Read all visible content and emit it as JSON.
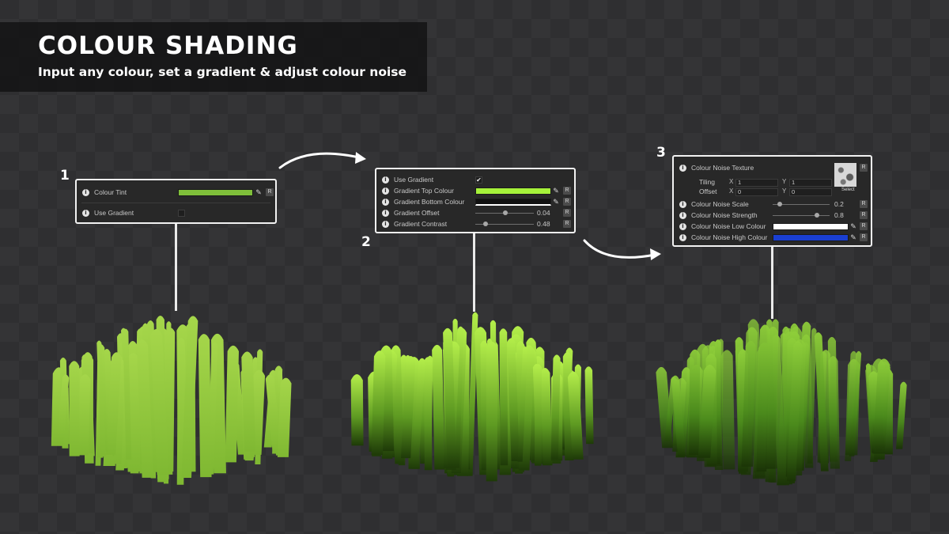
{
  "header": {
    "title": "COLOUR SHADING",
    "subtitle": "Input any colour, set a gradient & adjust colour noise"
  },
  "steps": [
    "1",
    "2",
    "3"
  ],
  "icons": {
    "info": "info-icon",
    "eyedropper": "eyedropper-icon",
    "reset": "reset-button",
    "check": "checkmark-icon"
  },
  "panel1": {
    "colour_tint": {
      "label": "Colour Tint",
      "color": "#7fbf3a",
      "reset": "R"
    },
    "use_gradient": {
      "label": "Use Gradient",
      "checked": false
    }
  },
  "panel2": {
    "use_gradient": {
      "label": "Use Gradient",
      "checked": true,
      "check": "✔"
    },
    "top_colour": {
      "label": "Gradient Top Colour",
      "color": "#a6f23a",
      "reset": "R"
    },
    "bottom_colour": {
      "label": "Gradient Bottom Colour",
      "color": "#111111",
      "reset": "R"
    },
    "offset": {
      "label": "Gradient Offset",
      "value": "0.04",
      "reset": "R"
    },
    "contrast": {
      "label": "Gradient Contrast",
      "value": "0.48",
      "reset": "R"
    }
  },
  "panel3": {
    "noise_texture": {
      "label": "Colour Noise Texture",
      "reset": "R",
      "select": "Select"
    },
    "tiling": {
      "label": "Tiling",
      "x_axis": "X",
      "x": "1",
      "y_axis": "Y",
      "y": "1"
    },
    "offset": {
      "label": "Offset",
      "x_axis": "X",
      "x": "0",
      "y_axis": "Y",
      "y": "0"
    },
    "noise_scale": {
      "label": "Colour Noise Scale",
      "value": "0.2",
      "reset": "R"
    },
    "noise_strength": {
      "label": "Colour Noise Strength",
      "value": "0.8",
      "reset": "R"
    },
    "low_colour": {
      "label": "Colour Noise Low Colour",
      "color": "#ffffff",
      "reset": "R"
    },
    "high_colour": {
      "label": "Colour Noise High Colour",
      "color": "#1a3fd1",
      "reset": "R"
    }
  },
  "colors": {
    "background": "#2f2f31",
    "panel": "#282828",
    "grass_light": "#9acd3c",
    "grass_dark": "#2a4d0e"
  }
}
